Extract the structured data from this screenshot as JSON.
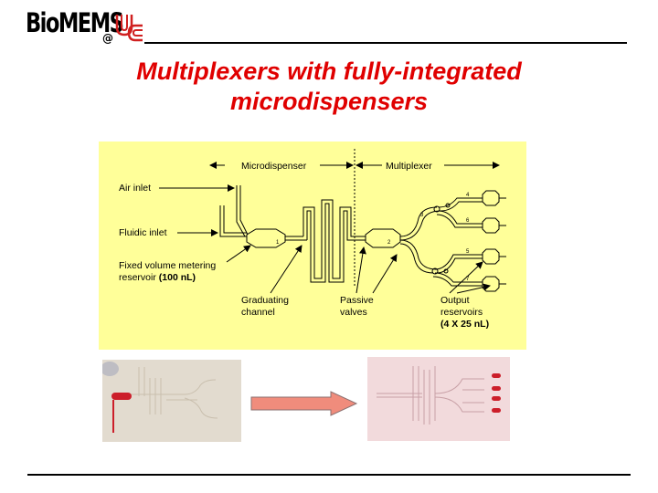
{
  "logo": {
    "text": "BioMEMS",
    "at": "@"
  },
  "title": {
    "line1": "Multiplexers with fully-integrated",
    "line2": "microdispensers"
  },
  "diagram": {
    "section_microdispenser": "Microdispenser",
    "section_multiplexer": "Multiplexer",
    "air_inlet": "Air inlet",
    "fluidic_inlet": "Fluidic inlet",
    "metering_line1": "Fixed volume metering",
    "metering_line2_prefix": "reservoir ",
    "metering_line2_bold": "(100 nL)",
    "graduating_line1": "Graduating",
    "graduating_line2": "channel",
    "passive_line1": "Passive",
    "passive_line2": "valves",
    "output_line1": "Output",
    "output_line2": "reservoirs",
    "output_line3": "(4 X 25 nL)",
    "node_numbers": [
      "1",
      "2",
      "3",
      "4",
      "5",
      "6",
      "7"
    ]
  },
  "colors": {
    "title": "#e00000",
    "panel": "#ffff99",
    "arrow": "#f08c7c",
    "droplet": "#cc1e2a"
  }
}
